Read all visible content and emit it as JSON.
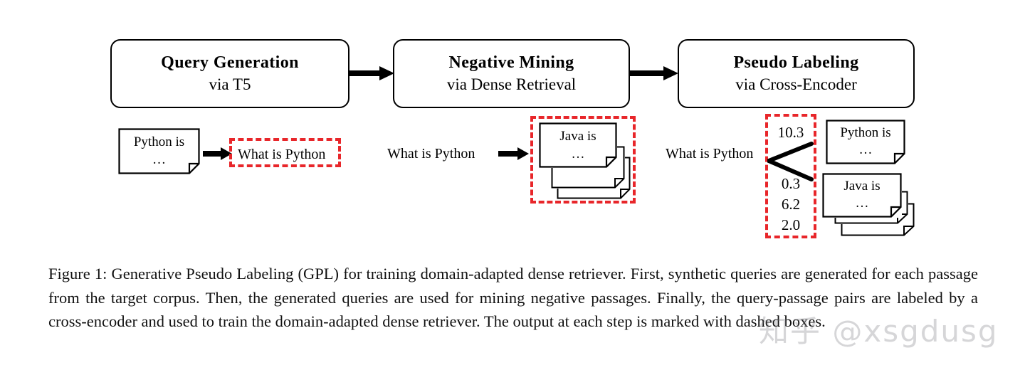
{
  "figure": {
    "label": "Figure 1",
    "caption": "Figure 1: Generative Pseudo Labeling (GPL) for training domain-adapted dense retriever. First, synthetic queries are generated for each passage from the target corpus. Then, the generated queries are used for mining negative passages. Finally, the query-passage pairs are labeled by a cross-encoder and used to train the domain-adapted dense retriever. The output at each step is marked with dashed boxes.",
    "accent_color": "#e8262a",
    "line_color": "#000000",
    "background_color": "#ffffff"
  },
  "stages": [
    {
      "title": "Query Generation",
      "subtitle": "via T5"
    },
    {
      "title": "Negative Mining",
      "subtitle": "via Dense Retrieval"
    },
    {
      "title": "Pseudo Labeling",
      "subtitle": "via Cross-Encoder"
    }
  ],
  "stage1": {
    "input_doc": {
      "line1": "Python is",
      "line2": "…"
    },
    "output_query": "What is Python"
  },
  "stage2": {
    "input_query": "What is Python",
    "output_docs": {
      "line1": "Java is",
      "line2": "…",
      "count": 3
    }
  },
  "stage3": {
    "input_query": "What is Python",
    "scores": [
      "10.3",
      "0.3",
      "6.2",
      "2.0"
    ],
    "positive_doc": {
      "line1": "Python is",
      "line2": "…"
    },
    "negative_docs": {
      "line1": "Java is",
      "line2": "…",
      "count": 3
    }
  },
  "watermark": {
    "text": "知乎 @xsgdusg"
  }
}
